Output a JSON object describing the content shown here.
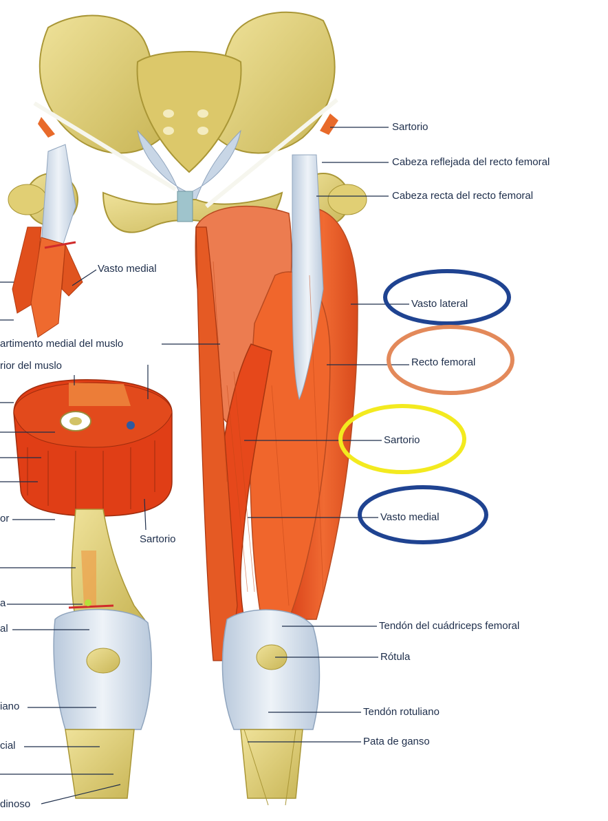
{
  "labels": {
    "pelvis_sartorio": "Sartorio",
    "cabeza_reflejada": "Cabeza reflejada del recto femoral",
    "cabeza_recta": "Cabeza recta del recto femoral",
    "vasto_lateral": "Vasto lateral",
    "recto_femoral": "Recto femoral",
    "sartorio_thigh": "Sartorio",
    "vasto_medial_right": "Vasto medial",
    "tendon_cuadriceps": "Tendón del cuádriceps femoral",
    "rotula": "Rótula",
    "tendon_rotuliano": "Tendón rotuliano",
    "pata_ganso": "Pata de ganso",
    "vasto_medial_left": "Vasto medial",
    "compartimento_medial": "artimento medial del muslo",
    "anterior_muslo": "rior del muslo",
    "cross_sartorio": "Sartorio",
    "left_or": "or",
    "left_a": "a",
    "left_al": "al",
    "left_iano": "iano",
    "left_cial": "cial",
    "left_dinoso": "dinoso"
  },
  "highlights": [
    {
      "name": "vasto-lateral-circle",
      "color": "#1f4391"
    },
    {
      "name": "recto-femoral-circle",
      "color": "#e3895a"
    },
    {
      "name": "sartorio-circle",
      "color": "#f3ea1f"
    },
    {
      "name": "vasto-medial-circle",
      "color": "#1f4391"
    }
  ],
  "colors": {
    "bone": "#e4d27a",
    "bone_dark": "#b8a443",
    "muscle": "#e8501e",
    "muscle_light": "#f07a45",
    "tendon": "#c9d6e4",
    "leader": "#1d2d4a"
  }
}
